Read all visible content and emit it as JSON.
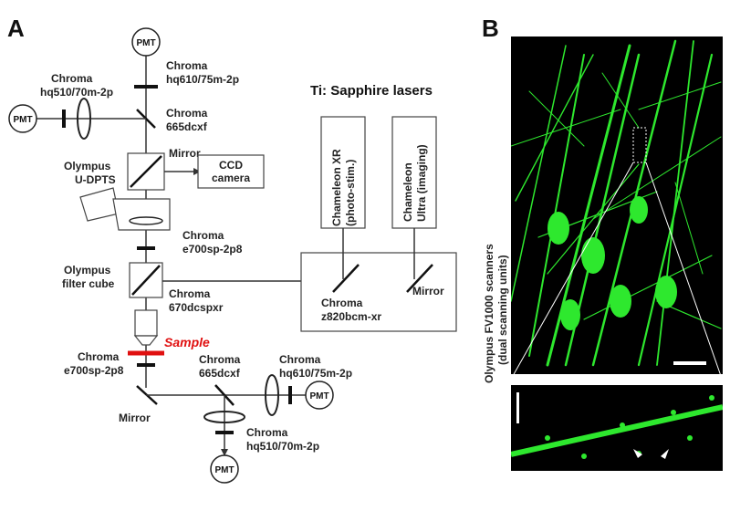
{
  "panels": {
    "a": "A",
    "b": "B"
  },
  "title": "Ti: Sapphire lasers",
  "pmt": "PMT",
  "sample": "Sample",
  "labels": {
    "top_filter": [
      "Chroma",
      "hq610/75m-2p"
    ],
    "left_filter": [
      "Chroma",
      "hq510/70m-2p"
    ],
    "dichroic_top": [
      "Chroma",
      "665dcxf"
    ],
    "mirror_udpts": "Mirror",
    "olympus_udpts": [
      "Olympus",
      "U-DPTS"
    ],
    "ccd": [
      "CCD",
      "camera"
    ],
    "e700_upper": [
      "Chroma",
      "e700sp-2p8"
    ],
    "filter_cube": [
      "Olympus",
      "filter cube"
    ],
    "dichroic_mid": [
      "Chroma",
      "670dcspxr"
    ],
    "laser_xr": [
      "Chameleon XR",
      "(photo-stim.)"
    ],
    "laser_ultra": [
      "Chameleon",
      "Ultra (imaging)"
    ],
    "chroma_z820": [
      "Chroma",
      "z820bcm-xr"
    ],
    "mirror_laser": "Mirror",
    "e700_lower": [
      "Chroma",
      "e700sp-2p8"
    ],
    "mirror_bottom": "Mirror",
    "dichroic_bottom": [
      "Chroma",
      "665dcxf"
    ],
    "bottom_right_filter": [
      "Chroma",
      "hq610/75m-2p"
    ],
    "bottom_down_filter": [
      "Chroma",
      "hq510/70m-2p"
    ],
    "scanners": [
      "Olympus FV1000 scanners",
      "(dual scanning units)"
    ]
  },
  "colors": {
    "sample_red": "#e01010",
    "fluorescence_green": "#2ee82e",
    "image_bg": "#000000"
  }
}
